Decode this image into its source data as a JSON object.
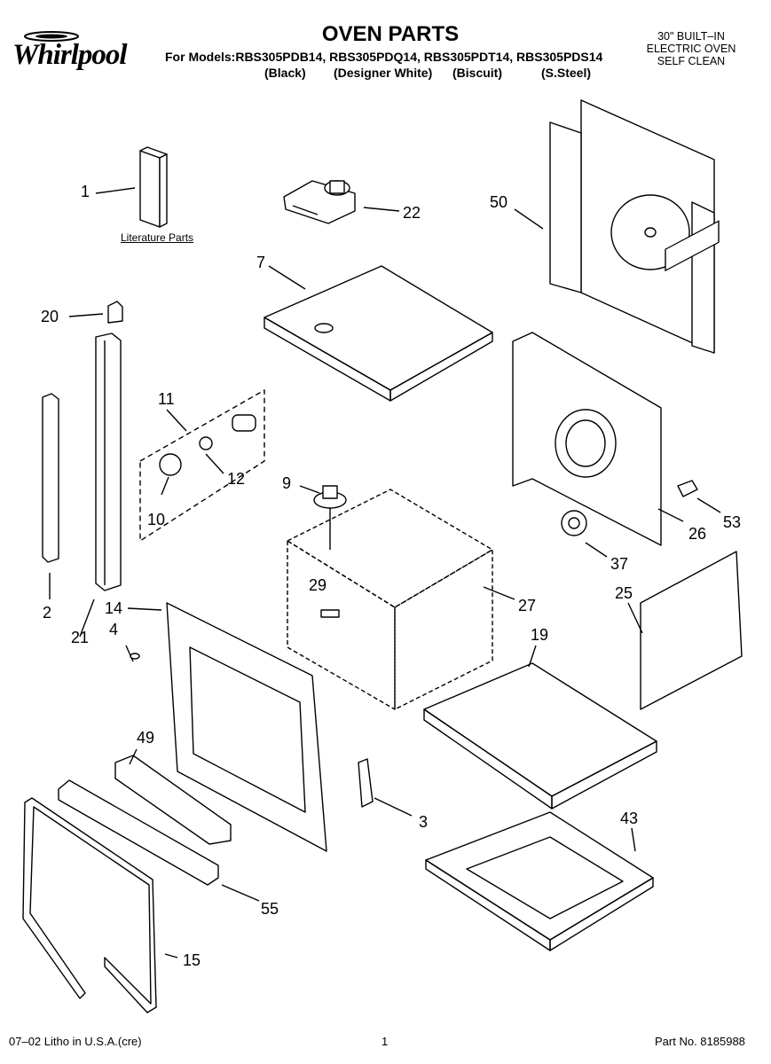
{
  "header": {
    "brand": "Whirlpool",
    "title": "OVEN PARTS",
    "models_line": "For Models:RBS305PDB14, RBS305PDQ14, RBS305PDT14, RBS305PDS14",
    "colors": [
      "(Black)",
      "(Designer White)",
      "(Biscuit)",
      "(S.Steel)"
    ],
    "type_lines": [
      "30\" BUILT–IN",
      "ELECTRIC OVEN",
      "SELF CLEAN"
    ]
  },
  "labels": {
    "literature": "Literature Parts"
  },
  "callouts": [
    "1",
    "22",
    "50",
    "7",
    "20",
    "11",
    "12",
    "10",
    "9",
    "29",
    "27",
    "26",
    "53",
    "37",
    "25",
    "2",
    "21",
    "14",
    "4",
    "19",
    "49",
    "3",
    "43",
    "55",
    "15"
  ],
  "footer": {
    "litho": "07–02 Litho in U.S.A.(cre)",
    "page": "1",
    "part_no": "Part No. 8185988"
  }
}
